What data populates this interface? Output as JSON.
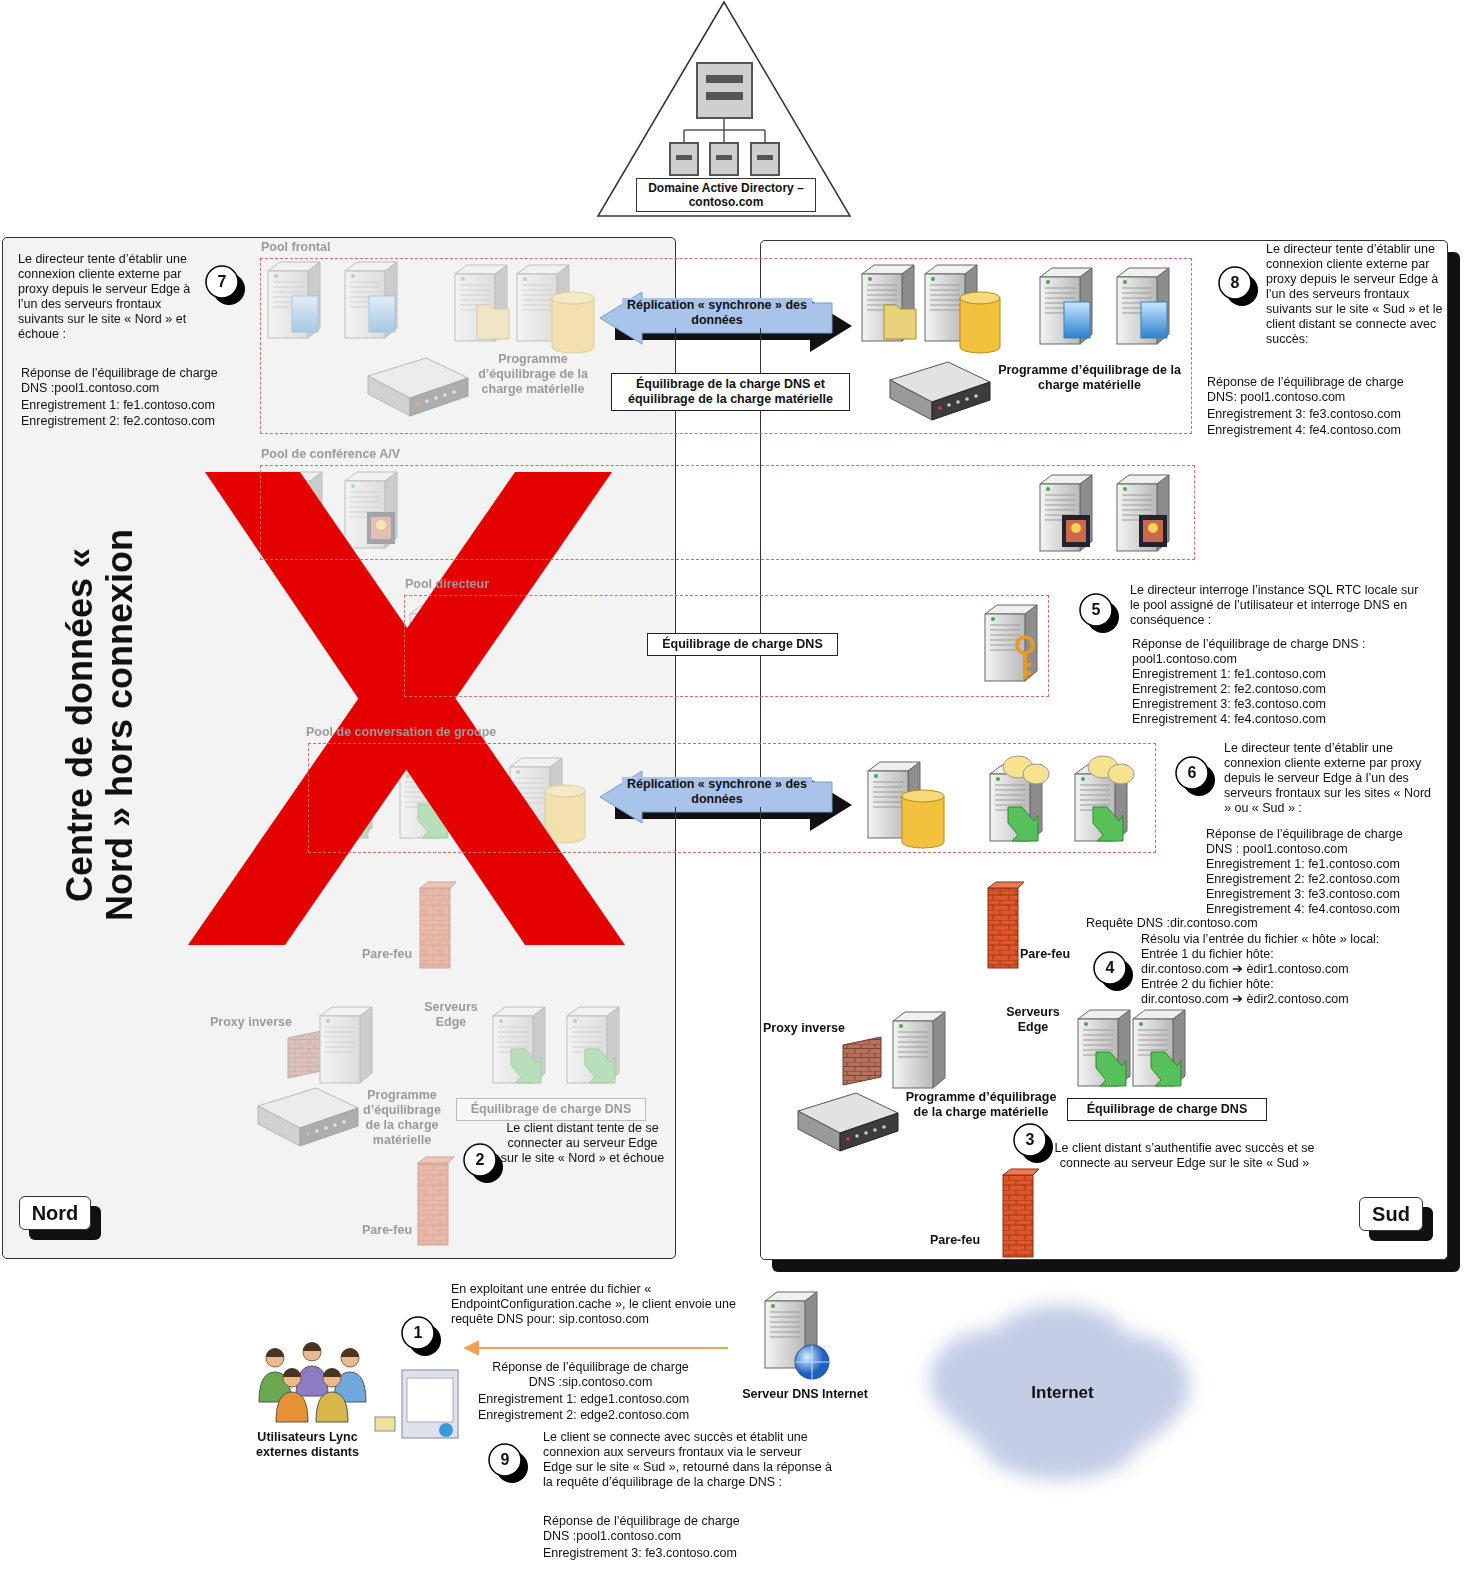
{
  "diagram": {
    "nodes": [
      {
        "text": [
          "Domaine Active Directory – contoso.com"
        ]
      },
      {
        "text": [
          "Nord"
        ]
      },
      {
        "text": [
          "Sud"
        ]
      },
      {
        "text": [
          "Pool frontal"
        ]
      },
      {
        "text": [
          "Pool de conférence A/V"
        ]
      },
      {
        "text": [
          "Pool directeur"
        ]
      },
      {
        "text": [
          "Pool de conversation de groupe"
        ]
      },
      {
        "text": [
          "Équilibrage de la charge DNS et équilibrage de la charge matérielle"
        ],
        "in": 3
      },
      {
        "text": [
          "Équilibrage de charge DNS"
        ],
        "in": 5
      },
      {
        "text": [
          "Équilibrage de charge DNS"
        ],
        "in": 1
      },
      {
        "text": [
          "Équilibrage de charge DNS"
        ],
        "in": 2
      },
      {
        "text": [
          "Serveur DNS Internet"
        ]
      },
      {
        "text": [
          "Utilisateurs Lync externes distants"
        ]
      },
      {
        "text": [
          "Internet"
        ]
      }
    ],
    "edges": [
      {
        "from": 11,
        "to": 12,
        "arrow": "to"
      }
    ],
    "labels": [
      "Centre de données « Nord » hors connexion",
      "7",
      "Le directeur tente d’établir une connexion cliente externe par proxy depuis le serveur Edge à l’un des serveurs frontaux suivants sur le site « Nord » et échoue :",
      "Réponse de l’équilibrage de charge DNS :pool1.contoso.com",
      "Enregistrement 1: fe1.contoso.com",
      "Enregistrement 2: fe2.contoso.com",
      "Programme d’équilibrage de la charge matérielle",
      "Réplication « synchrone » des données",
      "8",
      "Le directeur tente d’établir une connexion cliente externe par proxy depuis le serveur Edge à l’un des serveurs frontaux suivants sur le site « Sud » et le client distant se connecte avec succès:",
      "Réponse de l’équilibrage de charge DNS: pool1.contoso.com",
      "Enregistrement 3: fe3.contoso.com",
      "Enregistrement 4: fe4.contoso.com",
      "Programme d’équilibrage de la charge matérielle",
      "5",
      "Le directeur interroge l’instance SQL RTC locale sur le pool assigné de l’utilisateur et interroge DNS en conséquence :",
      "Réponse de l’équilibrage de charge DNS : pool1.contoso.com",
      "Enregistrement 1: fe1.contoso.com",
      "Enregistrement 2: fe2.contoso.com",
      "Enregistrement 3: fe3.contoso.com",
      "Enregistrement 4: fe4.contoso.com",
      "Réplication « synchrone » des données",
      "6",
      "Le directeur tente d’établir une connexion cliente externe par proxy depuis le serveur Edge à l’un des serveurs frontaux sur les sites « Nord » ou « Sud » :",
      "Réponse de l’équilibrage de charge DNS : pool1.contoso.com",
      "Enregistrement 1: fe1.contoso.com",
      "Enregistrement 2: fe2.contoso.com",
      "Enregistrement 3: fe3.contoso.com",
      "Enregistrement 4: fe4.contoso.com",
      "Pare-feu",
      "Pare-feu",
      "Requête DNS :dir.contoso.com",
      "4",
      "Résolu via l’entrée du fichier « hôte » local:",
      "Entrée 1 du fichier hôte:",
      "dir.contoso.com ➔ èdir1.contoso.com",
      "Entrée 2 du fichier hôte:",
      "dir.contoso.com ➔ èdir2.contoso.com",
      "Proxy inverse",
      "Serveurs Edge",
      "Proxy inverse",
      "Serveurs Edge",
      "Programme d’équilibrage de la charge matérielle",
      "Programme d’équilibrage de la charge matérielle",
      "2",
      "Le client distant tente de se connecter au serveur Edge sur le site « Nord » et échoue",
      "3",
      "Le client distant s’authentifie avec succès et se connecte au serveur Edge sur le site « Sud »",
      "Pare-feu",
      "Pare-feu",
      "En exploitant une entrée du fichier « EndpointConfiguration.cache », le client envoie une requête DNS pour: sip.contoso.com",
      "1",
      "Réponse de l’équilibrage de charge DNS :sip.contoso.com",
      "Enregistrement 1: edge1.contoso.com",
      "Enregistrement 2: edge2.contoso.com",
      "9",
      "Le client se connecte avec succès et établit une connexion aux serveurs frontaux via le serveur Edge sur le site « Sud », retourné dans la réponse à la requête d’équilibrage de la charge DNS :",
      "Réponse de l’équilibrage de charge DNS :pool1.contoso.com",
      "Enregistrement 3: fe3.contoso.com"
    ]
  }
}
